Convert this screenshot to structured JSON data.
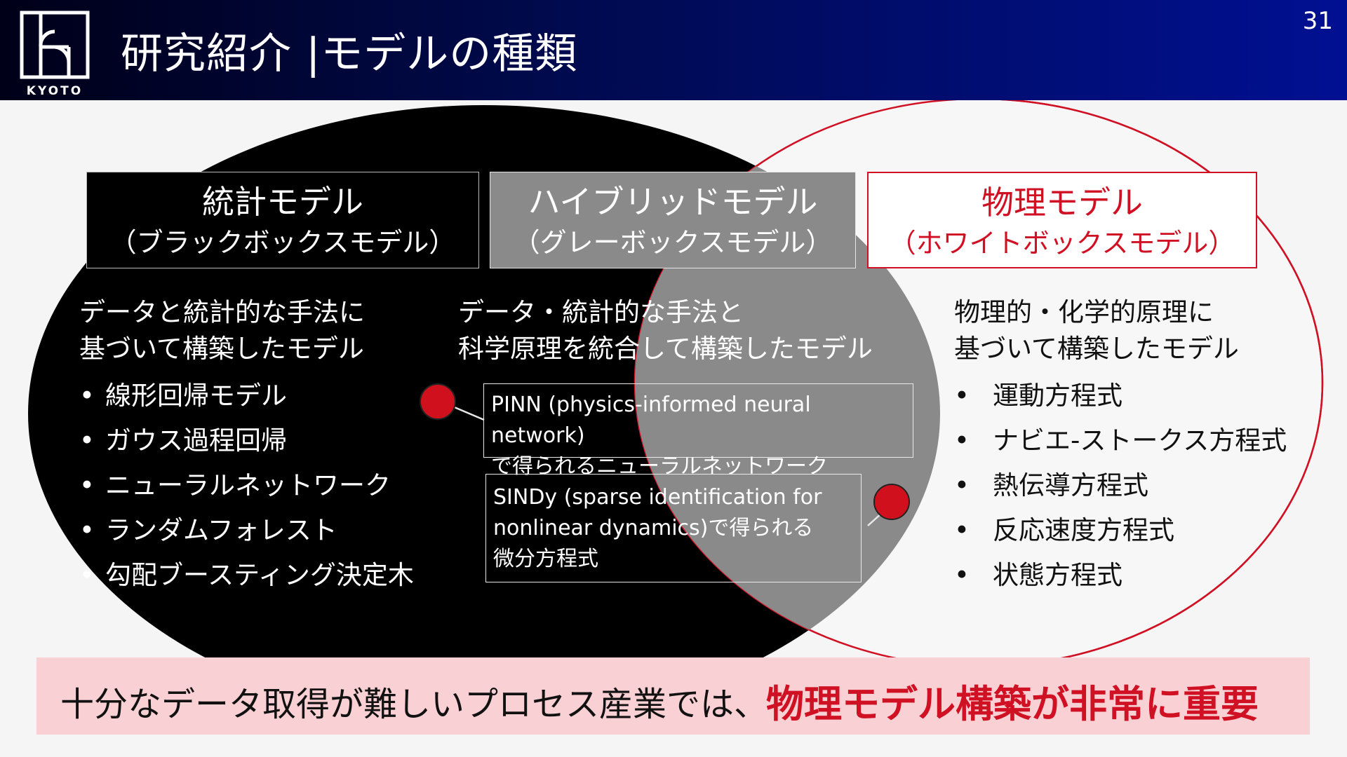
{
  "header": {
    "logo_text": "KYOTO",
    "title": "研究紹介 |モデルの種類",
    "page_number": "31"
  },
  "venn": {
    "colors": {
      "statistical": "#000000",
      "hybrid": "#8a8a8a",
      "physical_fill": "#f7f7f7",
      "physical_outline": "#d01124"
    }
  },
  "statistical": {
    "title": "統計モデル",
    "subtitle": "（ブラックボックスモデル）",
    "description": [
      "データと統計的な手法に",
      "基づいて構築したモデル"
    ],
    "items": [
      "線形回帰モデル",
      "ガウス過程回帰",
      "ニューラルネットワーク",
      "ランダムフォレスト",
      "勾配ブースティング決定木"
    ]
  },
  "hybrid": {
    "title": "ハイブリッドモデル",
    "subtitle": "（グレーボックスモデル）",
    "description": [
      "データ・統計的な手法と",
      "科学原理を統合して構築したモデル"
    ],
    "examples": [
      {
        "lines": [
          "PINN (physics-informed neural network)",
          "で得られるニューラルネットワーク"
        ]
      },
      {
        "lines": [
          "SINDy (sparse identification for",
          "nonlinear dynamics)で得られる",
          "微分方程式"
        ]
      }
    ]
  },
  "physical": {
    "title": "物理モデル",
    "subtitle": "（ホワイトボックスモデル）",
    "description": [
      "物理的・化学的原理に",
      "基づいて構築したモデル"
    ],
    "items": [
      "運動方程式",
      "ナビエ-ストークス方程式",
      "熱伝導方程式",
      "反応速度方程式",
      "状態方程式"
    ]
  },
  "conclusion": {
    "prefix": "十分なデータ取得が難しいプロセス産業では、",
    "emphasis": "物理モデル構築が非常に重要"
  }
}
